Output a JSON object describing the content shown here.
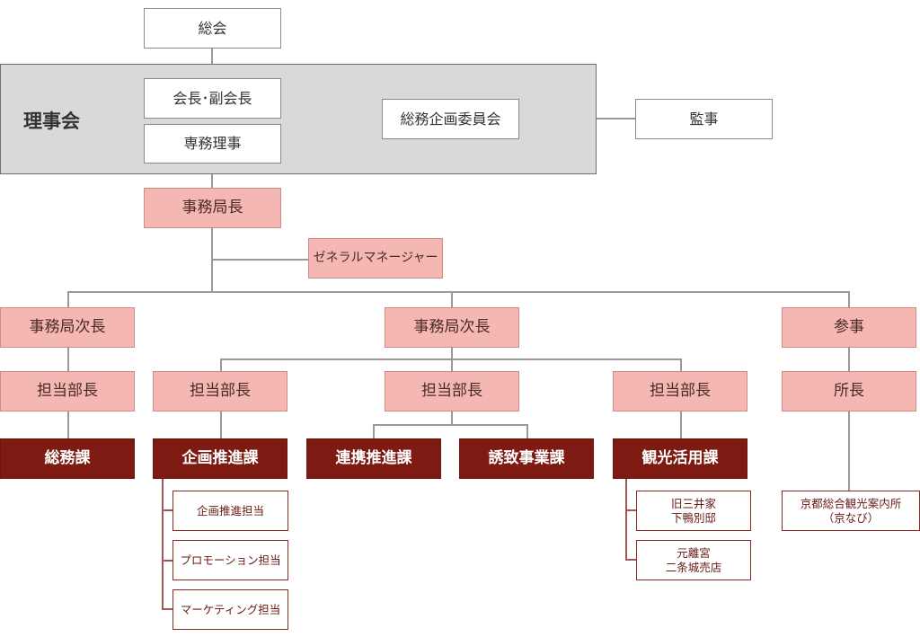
{
  "general_assembly": "総会",
  "board": {
    "label": "理事会",
    "chair": "会長･副会長",
    "executive_director": "専務理事",
    "committee": "総務企画委員会"
  },
  "auditor": "監事",
  "secretary_general": "事務局長",
  "general_manager": "ゼネラルマネージャー",
  "deputy_left": "事務局次長",
  "deputy_center": "事務局次長",
  "councilor": "参事",
  "managers": {
    "m1": "担当部長",
    "m2": "担当部長",
    "m3": "担当部長",
    "m4": "担当部長"
  },
  "director": "所長",
  "divisions": {
    "general_affairs": "総務課",
    "planning": "企画推進課",
    "cooperation": "連携推進課",
    "attraction": "誘致事業課",
    "tourism_utilization": "観光活用課"
  },
  "sub_units": {
    "planning_promotion": "企画推進担当",
    "promotion": "プロモーション担当",
    "marketing": "マーケティング担当",
    "mitsui_villa": "旧三井家\n下鴨別邸",
    "nijo_castle": "元離宮\n二条城売店",
    "kyo_navi": "京都総合観光案内所\n（京なび）"
  }
}
